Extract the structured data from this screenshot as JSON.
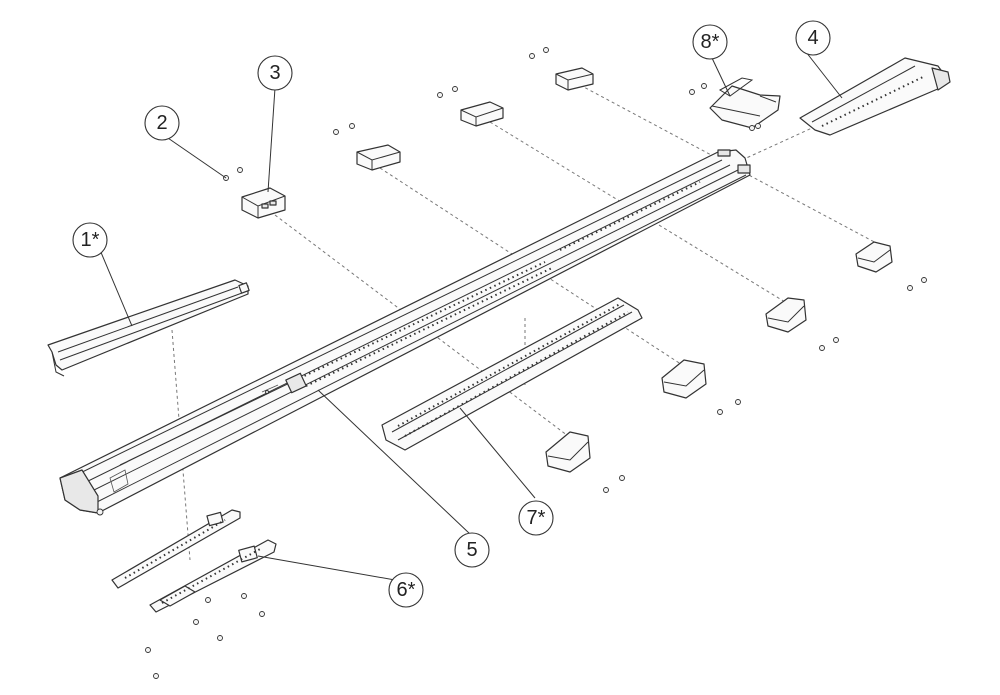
{
  "callouts": [
    {
      "id": "c1",
      "label": "1*"
    },
    {
      "id": "c2",
      "label": "2"
    },
    {
      "id": "c3",
      "label": "3"
    },
    {
      "id": "c4",
      "label": "4"
    },
    {
      "id": "c5",
      "label": "5"
    },
    {
      "id": "c6",
      "label": "6*"
    },
    {
      "id": "c7",
      "label": "7*"
    },
    {
      "id": "c8",
      "label": "8*"
    }
  ]
}
